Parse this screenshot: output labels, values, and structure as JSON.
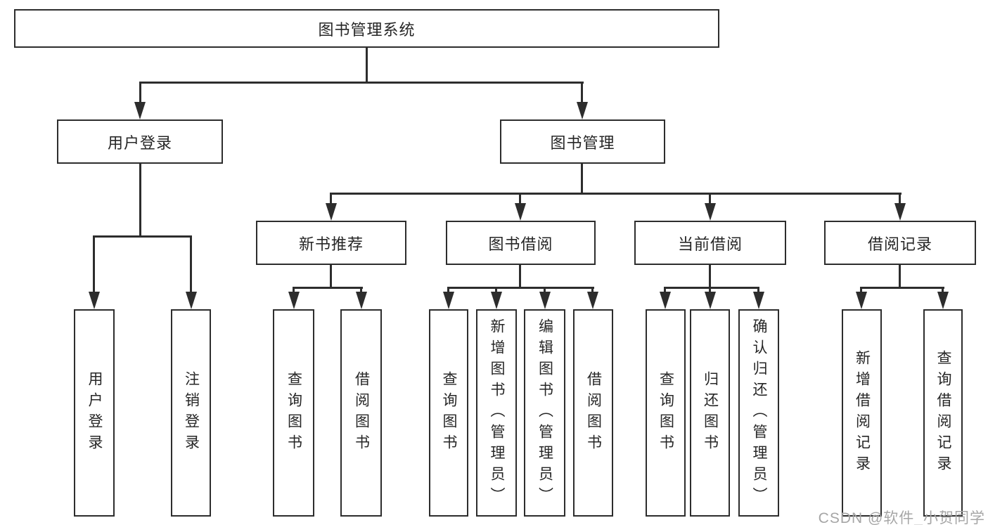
{
  "diagram": {
    "tree": {
      "label": "图书管理系统",
      "children": [
        {
          "label": "用户登录",
          "children": [
            {
              "label": "用户登录"
            },
            {
              "label": "注销登录"
            }
          ]
        },
        {
          "label": "图书管理",
          "children": [
            {
              "label": "新书推荐",
              "children": [
                {
                  "label": "查询图书"
                },
                {
                  "label": "借阅图书"
                }
              ]
            },
            {
              "label": "图书借阅",
              "children": [
                {
                  "label": "查询图书"
                },
                {
                  "label": "新增图书（管理员）"
                },
                {
                  "label": "编辑图书（管理员）"
                },
                {
                  "label": "借阅图书"
                }
              ]
            },
            {
              "label": "当前借阅",
              "children": [
                {
                  "label": "查询图书"
                },
                {
                  "label": "归还图书"
                },
                {
                  "label": "确认归还（管理员）"
                }
              ]
            },
            {
              "label": "借阅记录",
              "children": [
                {
                  "label": "新增借阅记录"
                },
                {
                  "label": "查询借阅记录"
                }
              ]
            }
          ]
        }
      ]
    },
    "watermark": "CSDN @软件_小贺同学",
    "colors": {
      "line": "#2d2d2d",
      "box_border": "#2d2d2d",
      "box_fill": "#ffffff",
      "text": "#262626",
      "watermark": "#a6a6a6",
      "background": "#ffffff"
    }
  }
}
